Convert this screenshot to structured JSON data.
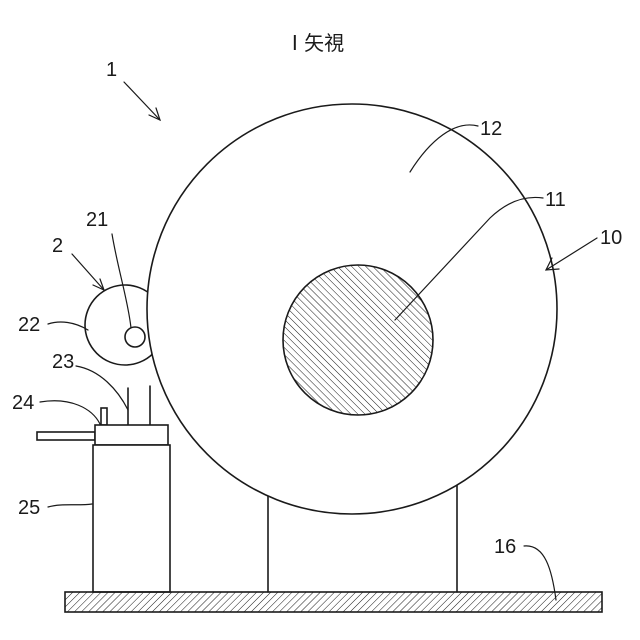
{
  "title": "I 矢視",
  "reference_numerals": {
    "n1": "1",
    "n2": "2",
    "n10": "10",
    "n11": "11",
    "n12": "12",
    "n16": "16",
    "n21": "21",
    "n22": "22",
    "n23": "23",
    "n24": "24",
    "n25": "25"
  },
  "colors": {
    "line": "#1a1a1a",
    "background": "#ffffff"
  }
}
